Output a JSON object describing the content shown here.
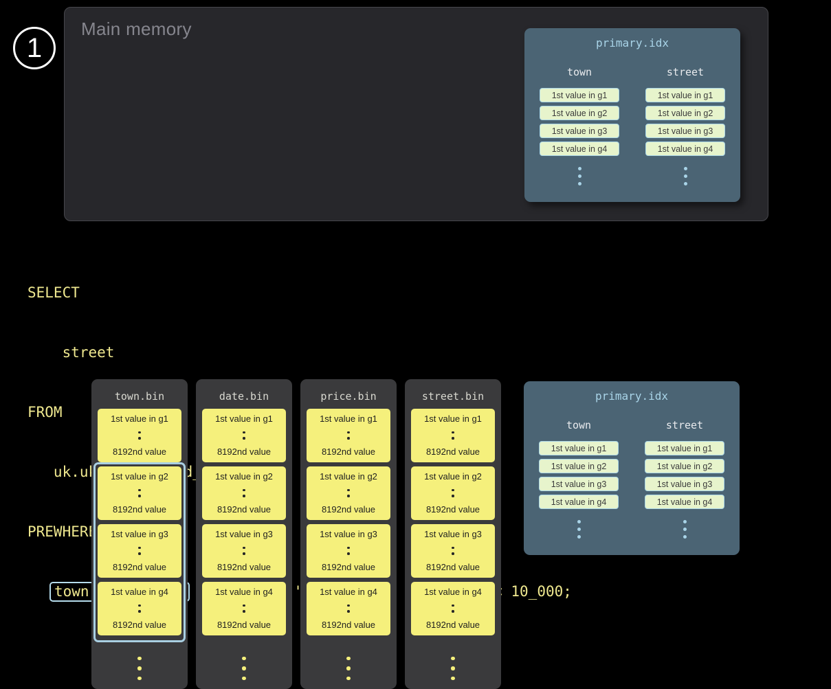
{
  "step_badge": "1",
  "main_memory": {
    "label": "Main memory"
  },
  "memory_index": {
    "title": "primary.idx",
    "columns": [
      {
        "header": "town",
        "cells": [
          "1st value in g1",
          "1st value in g2",
          "1st value in g3",
          "1st value in g4"
        ]
      },
      {
        "header": "street",
        "cells": [
          "1st value in g1",
          "1st value in g2",
          "1st value in g3",
          "1st value in g4"
        ]
      }
    ]
  },
  "sql": {
    "lines": [
      "SELECT",
      "    street",
      "FROM",
      "   uk.uk_price_paid_simple",
      "PREWHERE"
    ],
    "prewhere_indent": "   ",
    "prewhere_highlight": "town = 'LONDON'",
    "prewhere_rest": " AND date > '2024-12-31' AND price < 10_000;"
  },
  "bins": [
    {
      "title": "town.bin",
      "selected_range": "g2-g4",
      "granules": [
        {
          "first": "1st value in g1",
          "last": "8192nd value"
        },
        {
          "first": "1st value in g2",
          "last": "8192nd value"
        },
        {
          "first": "1st value in g3",
          "last": "8192nd value"
        },
        {
          "first": "1st value in g4",
          "last": "8192nd value"
        }
      ]
    },
    {
      "title": "date.bin",
      "granules": [
        {
          "first": "1st value in g1",
          "last": "8192nd value"
        },
        {
          "first": "1st value in g2",
          "last": "8192nd value"
        },
        {
          "first": "1st value in g3",
          "last": "8192nd value"
        },
        {
          "first": "1st value in g4",
          "last": "8192nd value"
        }
      ]
    },
    {
      "title": "price.bin",
      "granules": [
        {
          "first": "1st value in g1",
          "last": "8192nd value"
        },
        {
          "first": "1st value in g2",
          "last": "8192nd value"
        },
        {
          "first": "1st value in g3",
          "last": "8192nd value"
        },
        {
          "first": "1st value in g4",
          "last": "8192nd value"
        }
      ]
    },
    {
      "title": "street.bin",
      "granules": [
        {
          "first": "1st value in g1",
          "last": "8192nd value"
        },
        {
          "first": "1st value in g2",
          "last": "8192nd value"
        },
        {
          "first": "1st value in g3",
          "last": "8192nd value"
        },
        {
          "first": "1st value in g4",
          "last": "8192nd value"
        }
      ]
    }
  ],
  "disk_index": {
    "title": "primary.idx",
    "columns": [
      {
        "header": "town",
        "cells": [
          "1st value in g1",
          "1st value in g2",
          "1st value in g3",
          "1st value in g4"
        ]
      },
      {
        "header": "street",
        "cells": [
          "1st value in g1",
          "1st value in g2",
          "1st value in g3",
          "1st value in g4"
        ]
      }
    ]
  },
  "colors": {
    "background": "#000000",
    "memory-box-bg": "#27272b",
    "slate-panel": "#4b6474",
    "index-cell-bg": "#e7f4cc",
    "index-cell-border": "#abd7e8",
    "light-blue": "#a9d4e8",
    "sql-yellow": "#efe88f",
    "highlight-border": "#b5dcec",
    "granule-yellow": "#f5f07c",
    "selection-blue": "#a9cfe2",
    "bin-panel-bg": "#3a3a3c"
  }
}
